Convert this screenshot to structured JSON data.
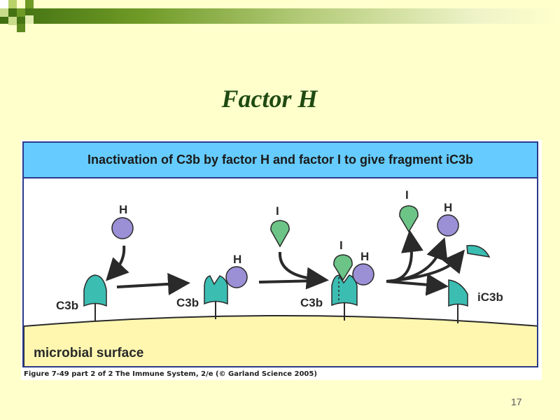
{
  "slide": {
    "title": "Factor H",
    "number": "17",
    "theme_colors": {
      "background": "#ffffcc",
      "title": "#1f4a12",
      "band": "#3f6e10"
    }
  },
  "figure": {
    "header": "Inactivation of C3b by factor H and factor I to give fragment iC3b",
    "caption": "Figure 7-49 part 2 of 2  The Immune System, 2/e (© Garland Science 2005)",
    "surface_label": "microbial surface",
    "labels": {
      "h1": "H",
      "c3b1": "C3b",
      "h2": "H",
      "c3b2": "C3b",
      "i1": "I",
      "i2": "I",
      "h3": "H",
      "c3b3": "C3b",
      "i3": "I",
      "h4": "H",
      "ic3b": "iC3b"
    },
    "colors": {
      "header_bg": "#66ccff",
      "border": "#2b3a8a",
      "c3b": "#3bbdb2",
      "factor_h": "#9b8fd6",
      "factor_i": "#6cc487",
      "surface": "#fff7b0"
    }
  }
}
